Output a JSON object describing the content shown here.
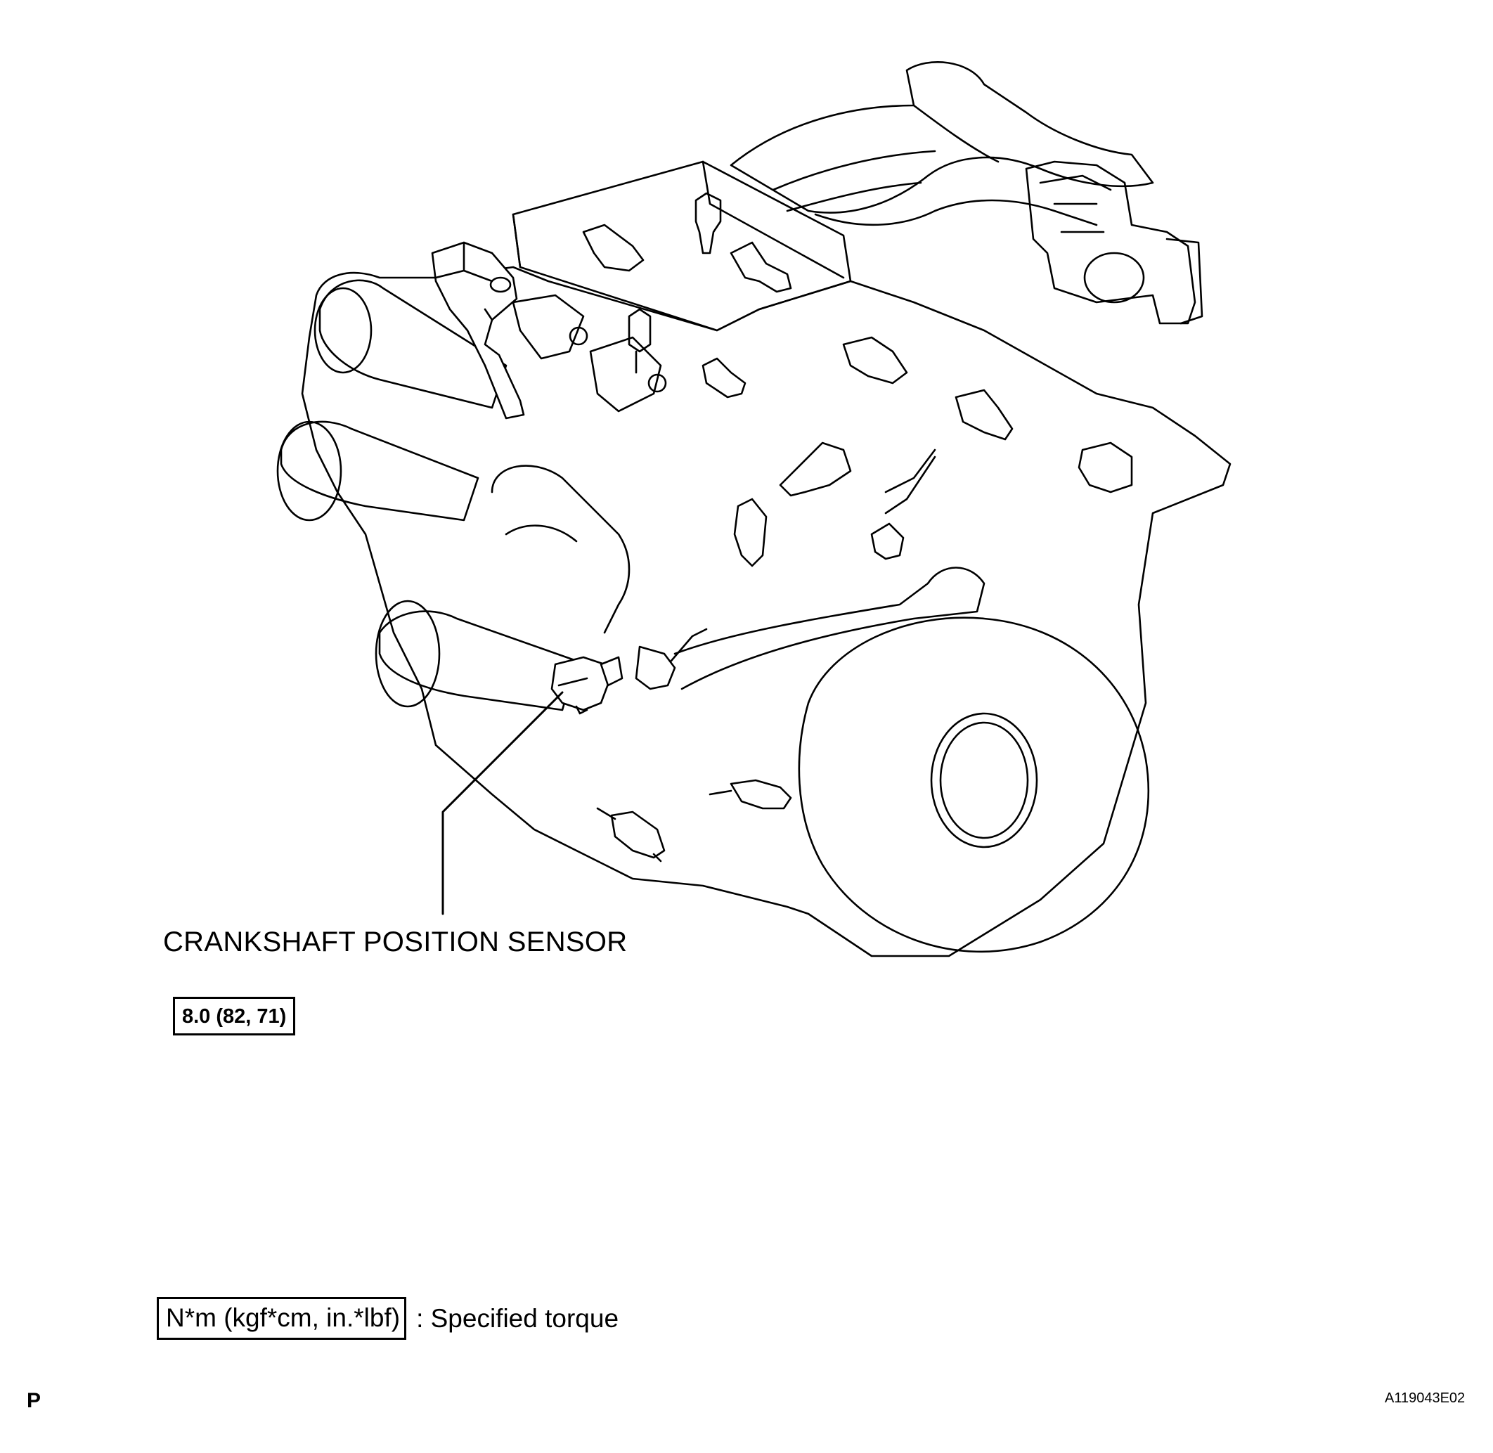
{
  "callout": {
    "sensor_name": "CRANKSHAFT POSITION SENSOR",
    "torque_value": "8.0 (82, 71)"
  },
  "legend": {
    "unit_box": "N*m (kgf*cm, in.*lbf)",
    "description": ": Specified torque"
  },
  "footer": {
    "section_letter": "P",
    "figure_id": "A119043E02"
  }
}
